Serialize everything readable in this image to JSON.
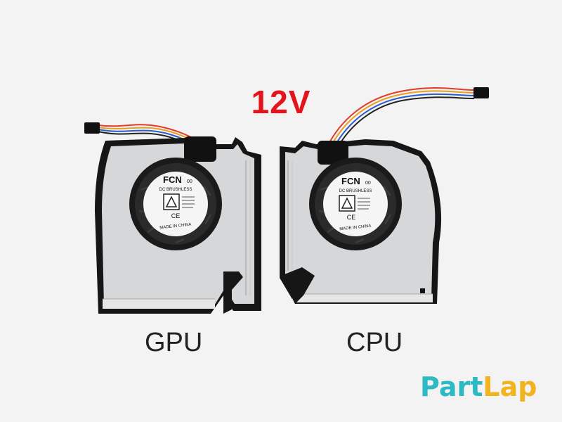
{
  "voltage": "12V",
  "fans": [
    {
      "id": "gpu",
      "label": "GPU",
      "brand": "FCN",
      "brand_sub": "00",
      "type_text": "DC BRUSHLESS",
      "made_in": "MADE IN CHINA"
    },
    {
      "id": "cpu",
      "label": "CPU",
      "brand": "FCN",
      "brand_sub": "00",
      "type_text": "DC BRUSHLESS",
      "made_in": "MADE IN CHINA"
    }
  ],
  "logo": {
    "part1": "Part",
    "part2": "Lap"
  },
  "colors": {
    "voltage": "#e3141b",
    "logo_part1": "#2bb9c4",
    "logo_part2": "#f2b41e",
    "fan_body": "#d6d7d9",
    "fan_frame": "#161616"
  }
}
